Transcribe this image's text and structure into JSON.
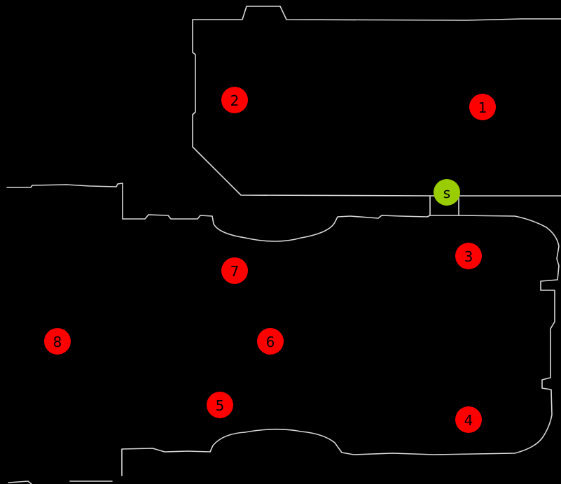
{
  "map": {
    "background": "#000000",
    "wall_color": "#d8d8d8",
    "region_marker_color": "#ff0000",
    "region_marker_text_color": "#000000",
    "start_marker_color": "#9acd00",
    "start_marker_text_color": "#000000"
  },
  "markers": [
    {
      "id": "room-1",
      "label": "1",
      "kind": "region"
    },
    {
      "id": "room-2",
      "label": "2",
      "kind": "region"
    },
    {
      "id": "room-3",
      "label": "3",
      "kind": "region"
    },
    {
      "id": "room-4",
      "label": "4",
      "kind": "region"
    },
    {
      "id": "room-5",
      "label": "5",
      "kind": "region"
    },
    {
      "id": "room-6",
      "label": "6",
      "kind": "region"
    },
    {
      "id": "room-7",
      "label": "7",
      "kind": "region"
    },
    {
      "id": "room-8",
      "label": "8",
      "kind": "region"
    },
    {
      "id": "start",
      "label": "s",
      "kind": "start"
    }
  ]
}
